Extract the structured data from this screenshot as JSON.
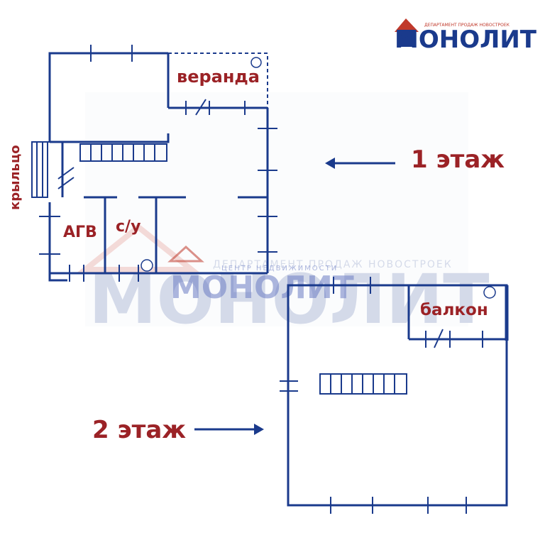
{
  "logo": {
    "tagline": "ДЕПАРТАМЕНТ ПРОДАЖ НОВОСТРОЕК",
    "name": "МОНОЛИТ",
    "colors": {
      "blue": "#1a3a8c",
      "red": "#c0392b"
    }
  },
  "watermark": {
    "tagline": "ДЕПАРТАМЕНТ ПРОДАЖ НОВОСТРОЕК",
    "sub": "ЦЕНТР НЕДВИЖИМОСТИ",
    "name": "МОНОЛИТ"
  },
  "floor1": {
    "label": "1 этаж",
    "rooms": {
      "veranda": "веранда",
      "porch": "крыльцо",
      "agv": "АГВ",
      "bathroom": "с/у"
    }
  },
  "floor2": {
    "label": "2 этаж",
    "rooms": {
      "balcony": "балкон"
    }
  },
  "colors": {
    "plan": "#1a3a8c",
    "label": "#9b2226",
    "arrow": "#1a3a8c"
  }
}
